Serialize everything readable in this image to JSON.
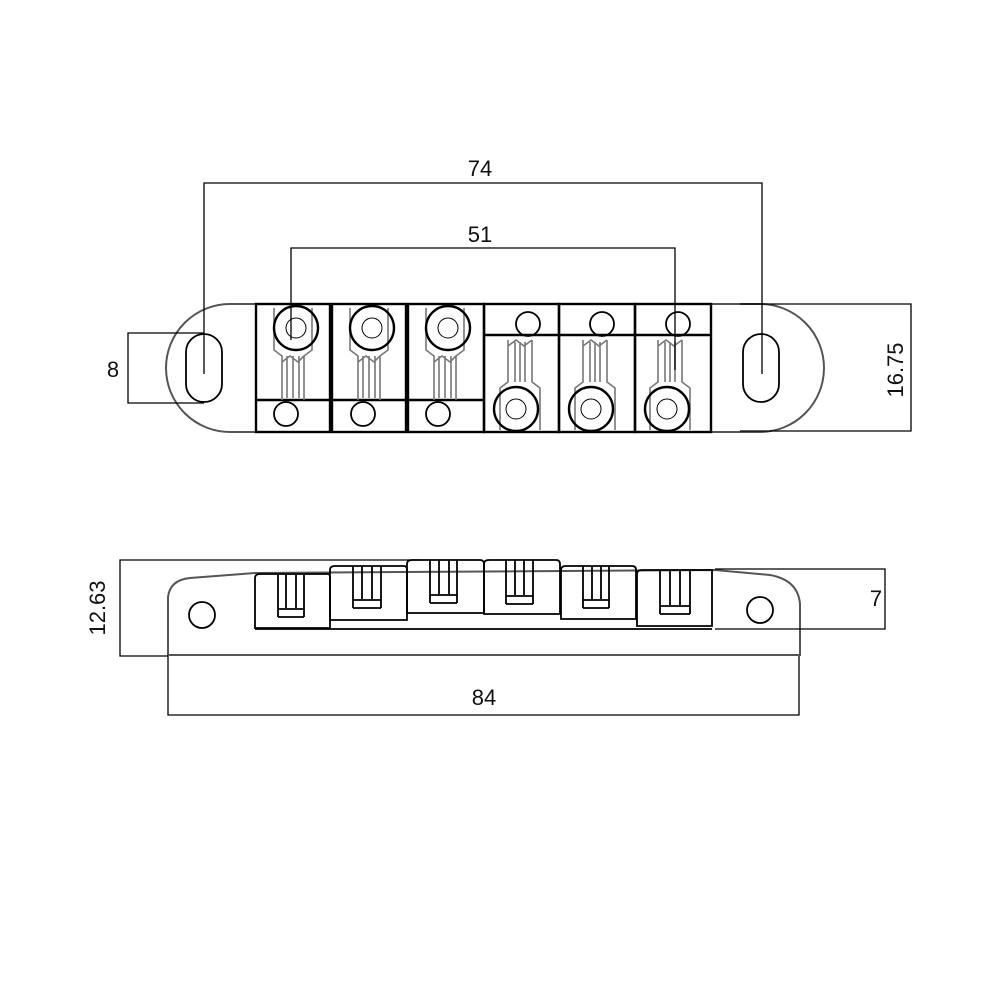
{
  "drawing": {
    "title": "Tune-o-matic bridge dimension drawing",
    "top_view": {
      "dimensions": {
        "overall_post_spacing": "74",
        "saddle_span": "51",
        "slot_length": "8",
        "body_depth": "16.75"
      },
      "saddle_count": 6
    },
    "side_view": {
      "dimensions": {
        "height": "12.63",
        "base_height": "7",
        "overall_length": "84"
      },
      "saddle_count": 6
    },
    "colors": {
      "line": "#000000",
      "outline_grey": "#555555",
      "background": "#ffffff"
    }
  }
}
